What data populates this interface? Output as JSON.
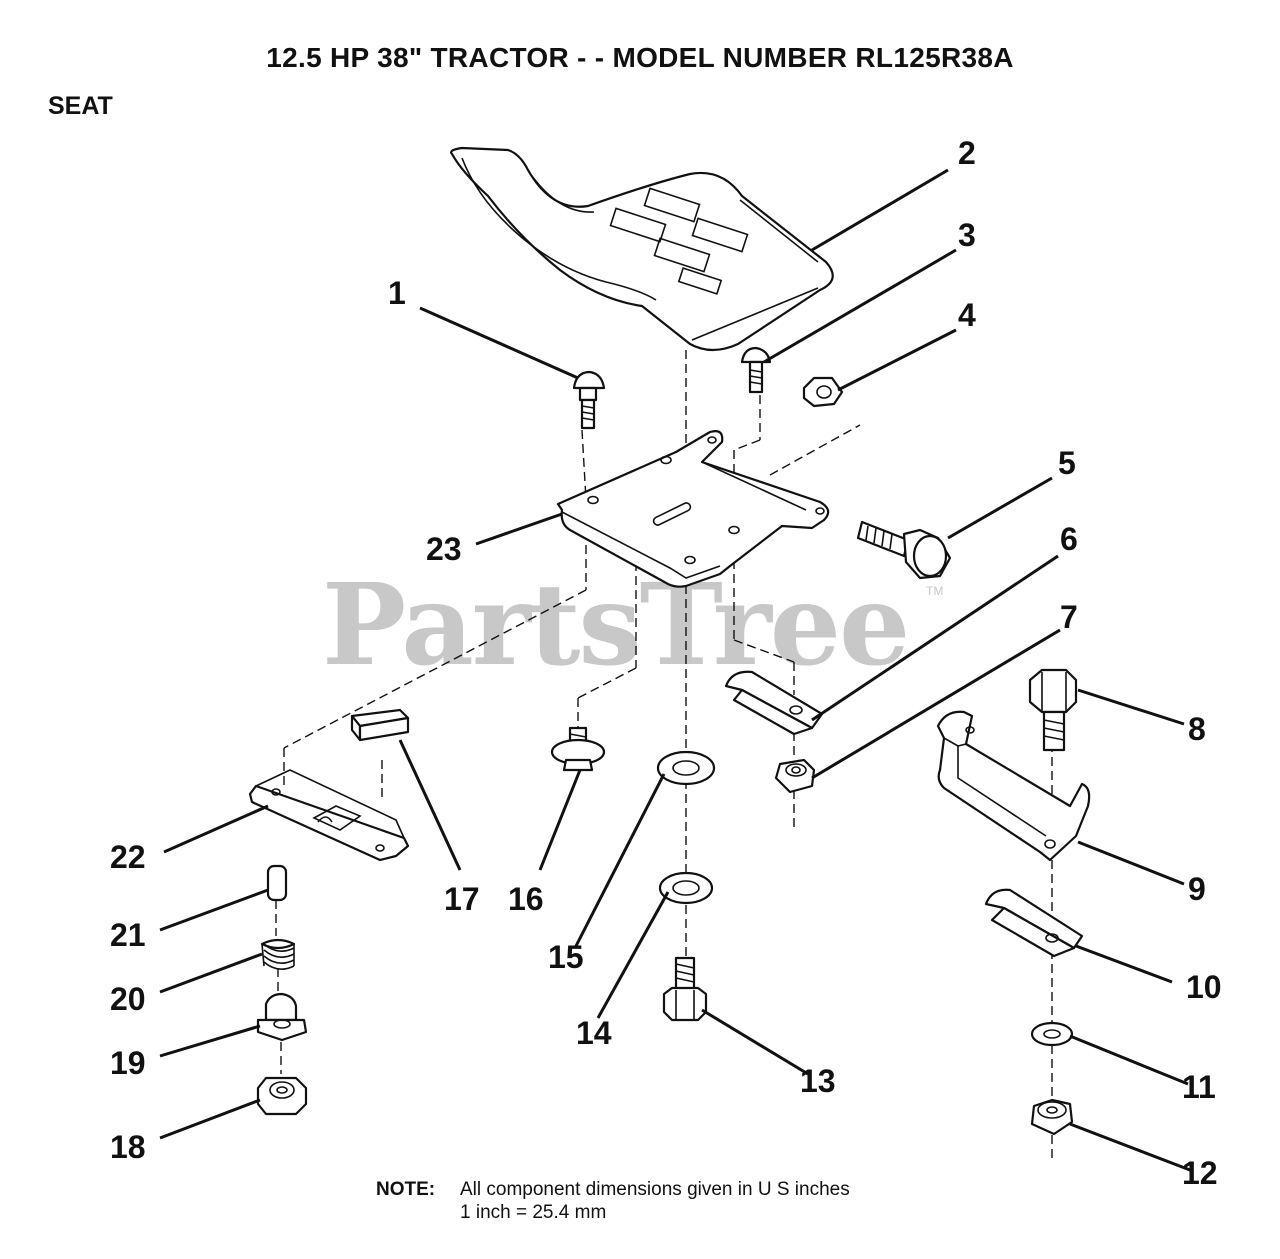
{
  "title": "12.5 HP 38\" TRACTOR - - MODEL NUMBER RL125R38A",
  "section": "SEAT",
  "watermark": "PartsTree",
  "watermark_tm": "TM",
  "note": {
    "label": "NOTE:",
    "line1": "All component dimensions given in U S  inches",
    "line2": "1 inch = 25.4 mm"
  },
  "callouts": {
    "c1": "1",
    "c2": "2",
    "c3": "3",
    "c4": "4",
    "c5": "5",
    "c6": "6",
    "c7": "7",
    "c8": "8",
    "c9": "9",
    "c10": "10",
    "c11": "11",
    "c12": "12",
    "c13": "13",
    "c14": "14",
    "c15": "15",
    "c16": "16",
    "c17": "17",
    "c18": "18",
    "c19": "19",
    "c20": "20",
    "c21": "21",
    "c22": "22",
    "c23": "23"
  },
  "parts": [
    {
      "id": "seat",
      "icon": "tractor-seat-icon"
    },
    {
      "id": "seat-plate",
      "icon": "seat-plate-icon"
    },
    {
      "id": "slide-rail",
      "icon": "slide-rail-icon"
    },
    {
      "id": "spring",
      "icon": "spring-icon"
    },
    {
      "id": "bolts",
      "icon": "bolt-icon"
    },
    {
      "id": "nuts",
      "icon": "nut-icon"
    },
    {
      "id": "washers",
      "icon": "washer-icon"
    }
  ]
}
